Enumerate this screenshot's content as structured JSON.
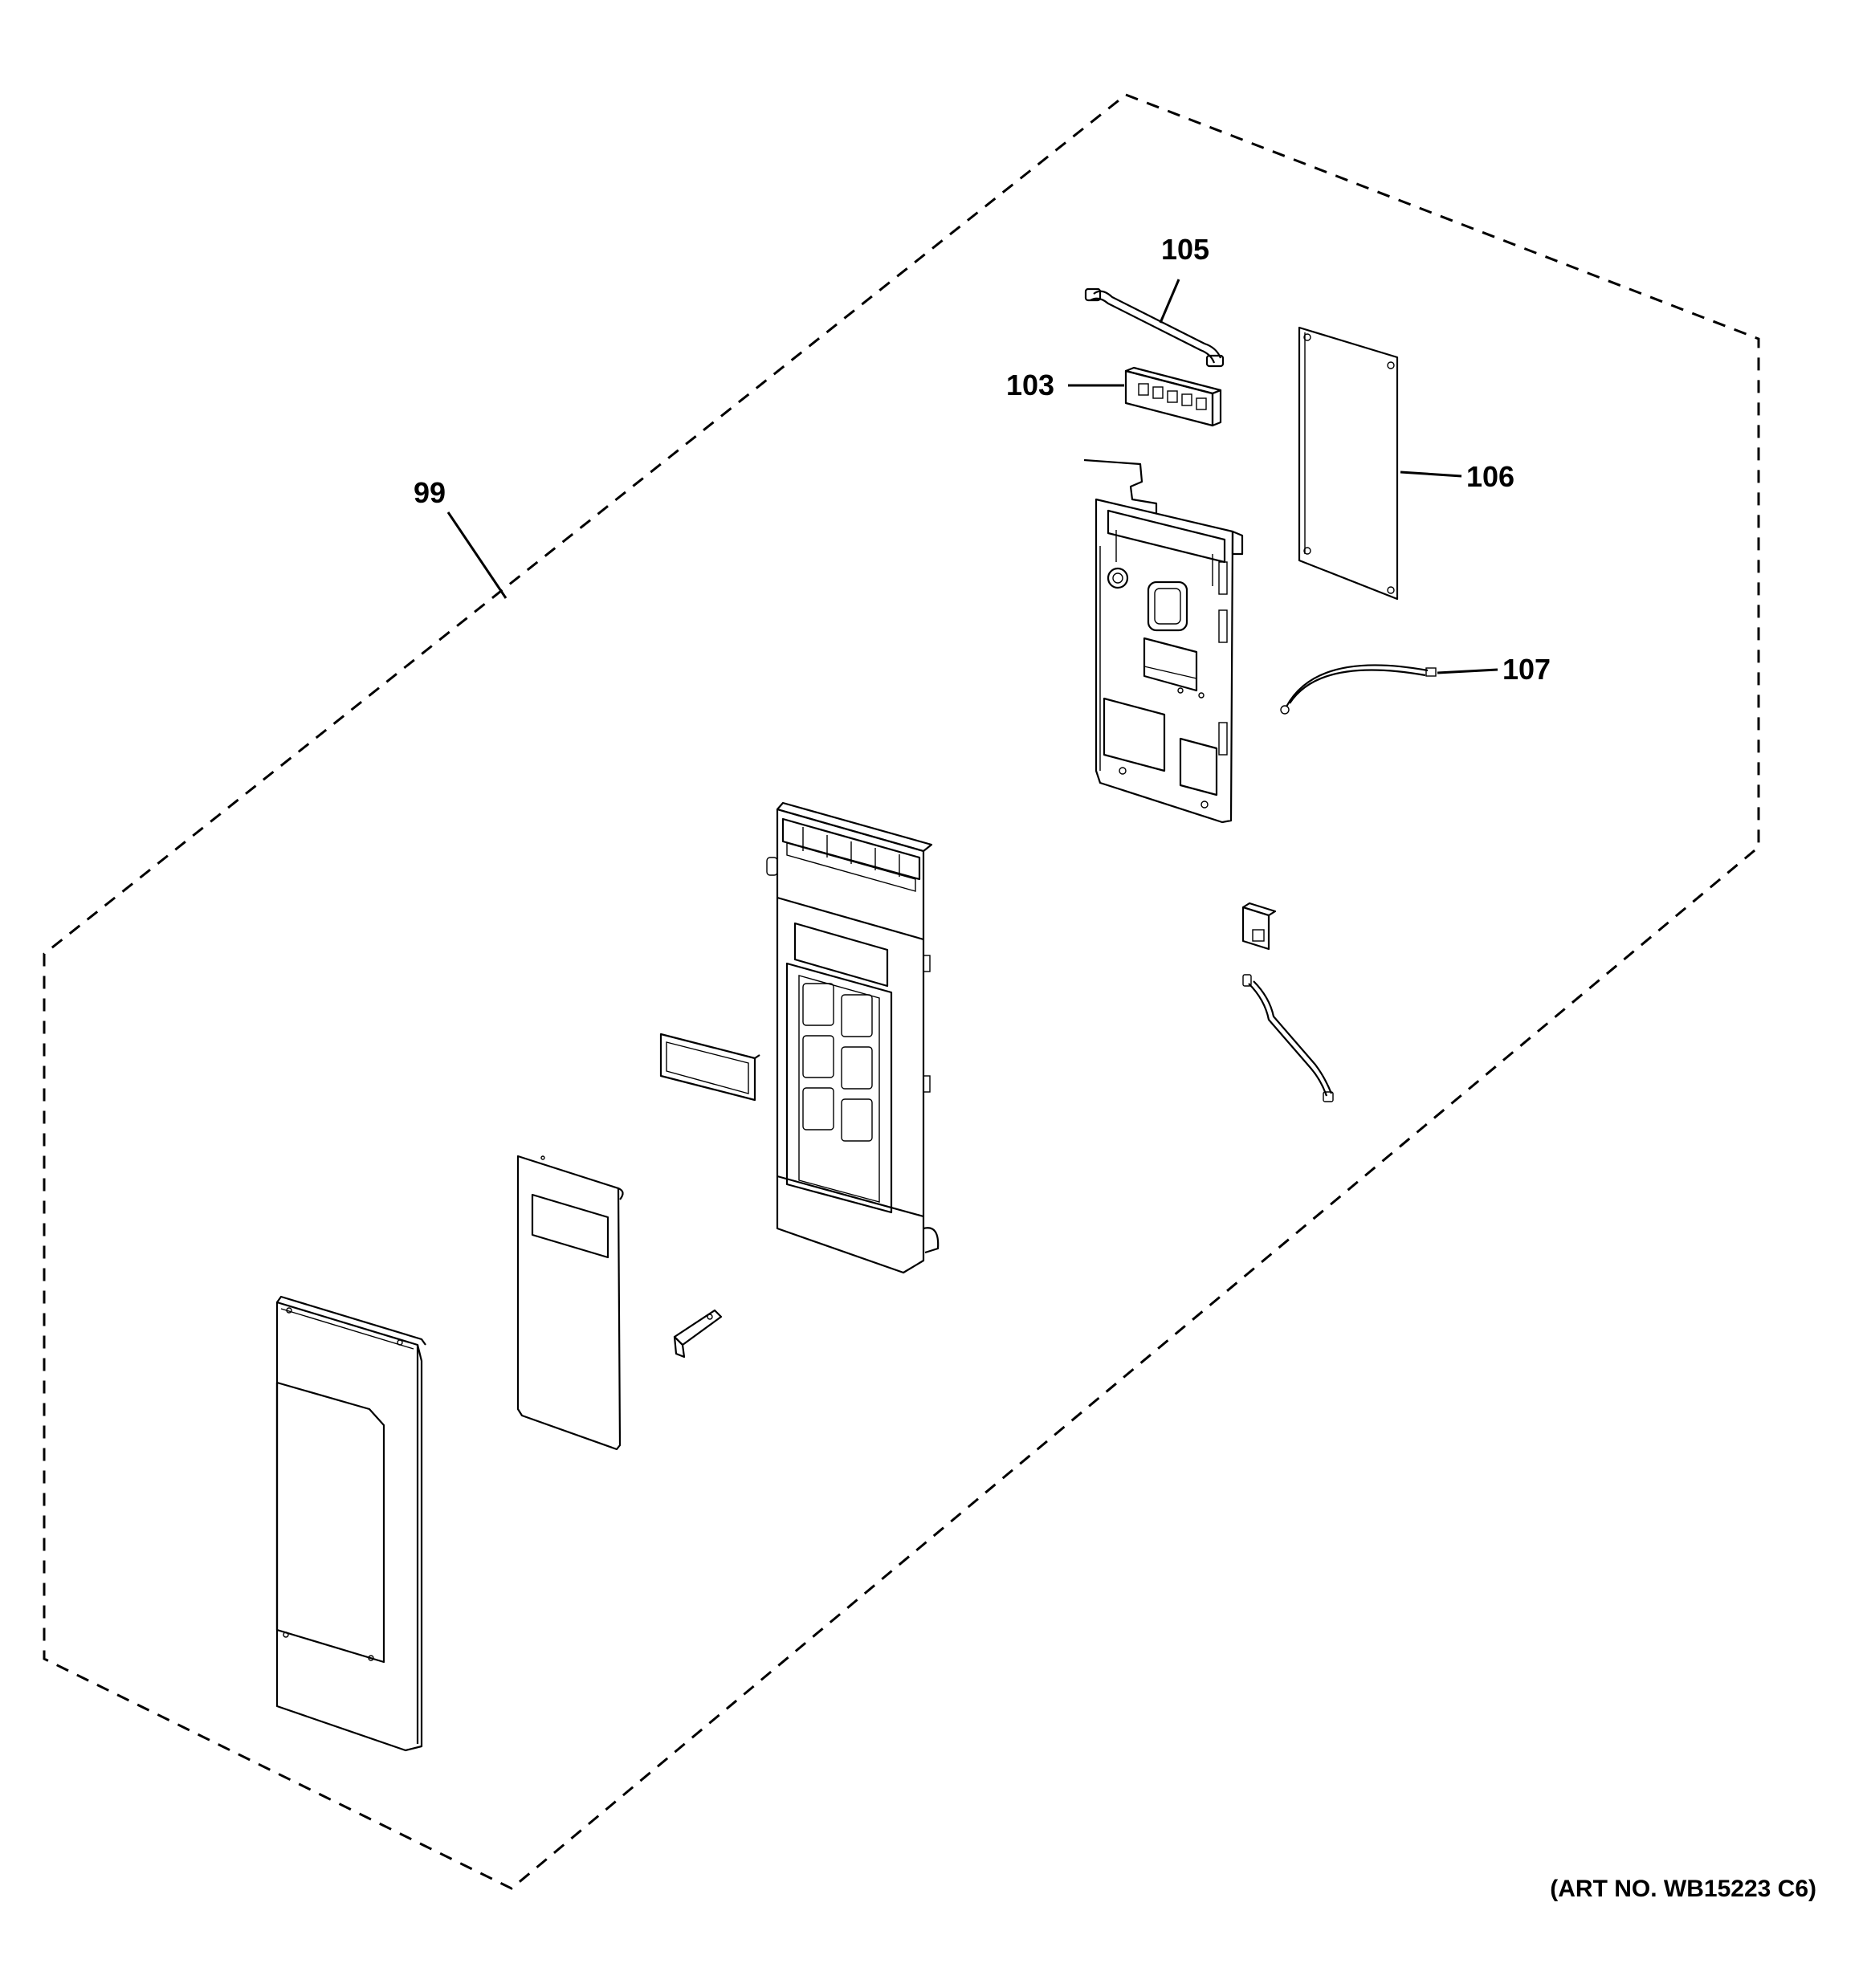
{
  "diagram": {
    "callouts": [
      {
        "id": "99",
        "label": "99"
      },
      {
        "id": "103",
        "label": "103"
      },
      {
        "id": "105",
        "label": "105"
      },
      {
        "id": "106",
        "label": "106"
      },
      {
        "id": "107",
        "label": "107"
      }
    ],
    "art_number": "(ART NO. WB15223 C6)"
  }
}
